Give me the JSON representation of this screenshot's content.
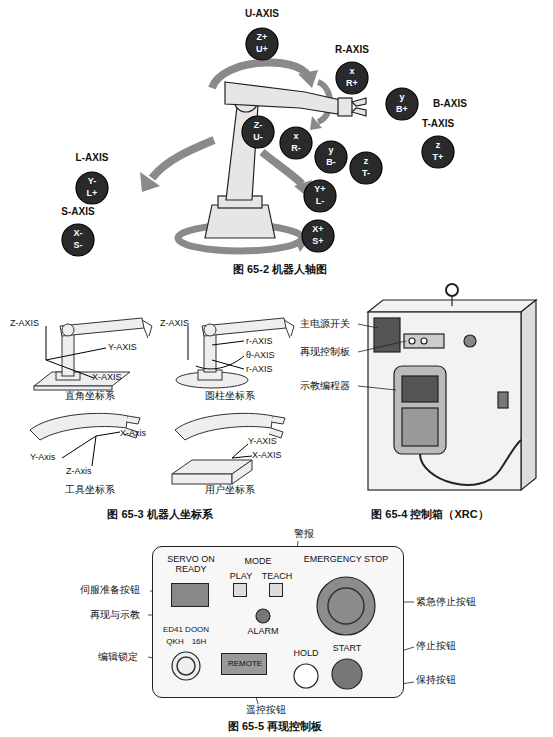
{
  "diagram": {
    "nodes": [
      {
        "text": [
          "U-AXIS",
          "Z+",
          "U+"
        ]
      },
      {
        "text": [
          "R-AXIS",
          "x",
          "R+"
        ]
      },
      {
        "text": [
          "B-AXIS",
          "y",
          "B+"
        ]
      },
      {
        "text": [
          "T-AXIS",
          "z",
          "T+"
        ]
      },
      {
        "text": [
          "L-AXIS",
          "Y-",
          "L+"
        ]
      },
      {
        "text": [
          "Z-",
          "U-"
        ]
      },
      {
        "text": [
          "x",
          "R-"
        ]
      },
      {
        "text": [
          "y",
          "B-"
        ]
      },
      {
        "text": [
          "z",
          "T-"
        ]
      },
      {
        "text": [
          "S-AXIS",
          "X-",
          "S-"
        ]
      },
      {
        "text": [
          "Y+",
          "L-"
        ]
      },
      {
        "text": [
          "X+",
          "S+"
        ]
      },
      {
        "text": [
          "MODE"
        ]
      },
      {
        "text": [
          "SERVO ON READY"
        ],
        "in": 12
      },
      {
        "text": [
          "PLAY"
        ],
        "in": 12
      },
      {
        "text": [
          "TEACH"
        ],
        "in": 12
      },
      {
        "text": [
          "EMERGENCY STOP"
        ],
        "in": 12
      },
      {
        "text": [
          "ALARM"
        ],
        "in": 12
      },
      {
        "text": [
          "ED41 DOON",
          "QKH",
          "16H"
        ],
        "in": 12
      },
      {
        "text": [
          "REMOTE"
        ],
        "in": 12
      },
      {
        "text": [
          "HOLD"
        ],
        "in": 12
      },
      {
        "text": [
          "START"
        ],
        "in": 12
      }
    ],
    "labels": [
      "图 65-2 机器人轴图",
      "Z-AXIS",
      "Y-AXIS",
      "X-AXIS",
      "直角坐标系",
      "Z-AXIS",
      "r-AXIS",
      "θ-AXIS",
      "r-AXIS",
      "圆柱坐标系",
      "X-Axis",
      "Y-Axis",
      "Z-Axis",
      "工具坐标系",
      "Y-AXIS",
      "X-AXIS",
      "用户坐标系",
      "图 65-3 机器人坐标系",
      "主电源开关",
      "再现控制板",
      "示教编程器",
      "图 65-4 控制箱（XRC）",
      "警报",
      "伺服准备按钮",
      "再现与示教",
      "紧急停止按钮",
      "停止按钮",
      "保持按钮",
      "编辑锁定",
      "遥控按钮",
      "图 65-5 再现控制板"
    ]
  }
}
